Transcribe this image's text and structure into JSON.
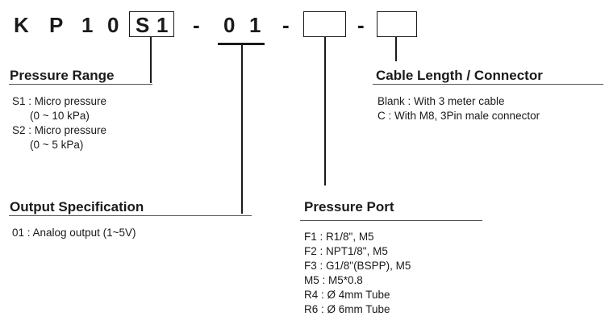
{
  "model_code": {
    "prefix": [
      "K",
      "P",
      "1",
      "0"
    ],
    "s_box": [
      "S",
      "1"
    ],
    "dash1": "-",
    "output": [
      "0",
      "1"
    ],
    "dash2": "-",
    "dash3": "-"
  },
  "pressure_range": {
    "heading": "Pressure Range",
    "items": [
      "S1 : Micro pressure",
      "(0 ~ 10 kPa)",
      "S2 : Micro pressure",
      "(0 ~ 5 kPa)"
    ]
  },
  "output_specification": {
    "heading": "Output Specification",
    "items": [
      "01 :  Analog output (1~5V)"
    ]
  },
  "cable_length": {
    "heading": "Cable Length / Connector",
    "items": [
      "Blank : With 3 meter cable",
      "C : With M8, 3Pin male connector"
    ]
  },
  "pressure_port": {
    "heading": "Pressure Port",
    "items": [
      "F1 : R1/8\", M5",
      "F2 : NPT1/8\", M5",
      "F3 : G1/8\"(BSPP), M5",
      "M5 : M5*0.8",
      "R4 : Ø 4mm Tube",
      "R6 : Ø 6mm Tube"
    ]
  },
  "colors": {
    "ink": "#1a1a1a",
    "rule": "#555555"
  }
}
